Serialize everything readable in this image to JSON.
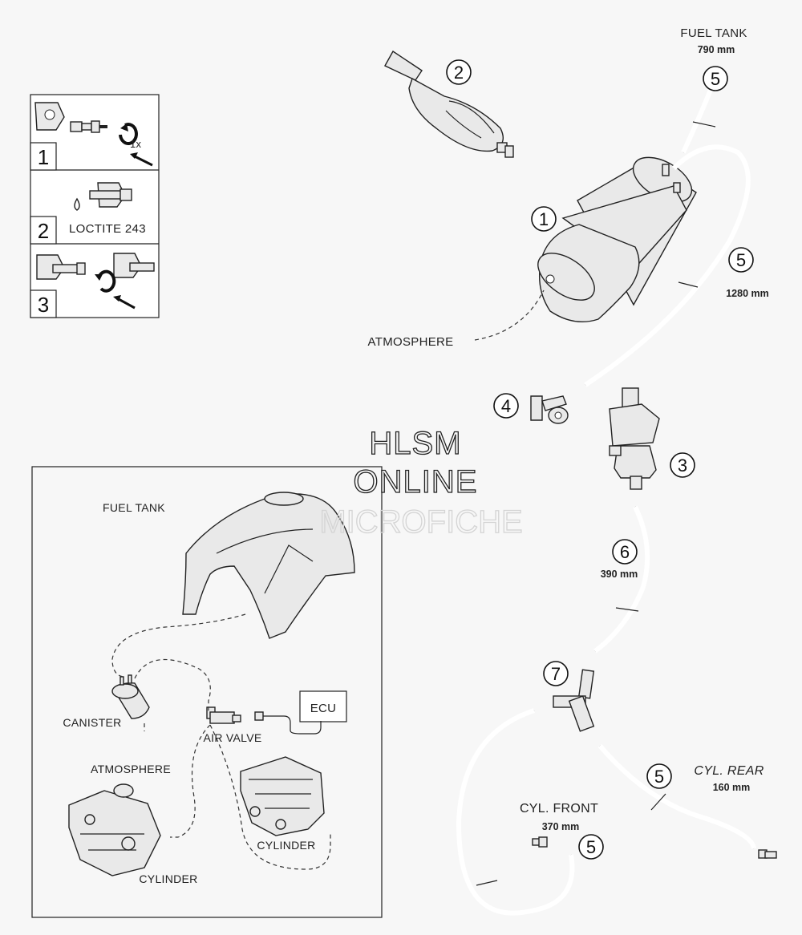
{
  "steps": {
    "step1_number": "1",
    "step1_count": "1x",
    "step2_number": "2",
    "step2_label": "LOCTITE 243",
    "step3_number": "3"
  },
  "callouts": [
    "1",
    "2",
    "3",
    "4",
    "5",
    "6",
    "7"
  ],
  "labels": {
    "fuel_tank_top": "FUEL TANK",
    "fuel_tank_top_len": "790 mm",
    "hose_1280": "1280 mm",
    "atmosphere_main": "ATMOSPHERE",
    "hose_390": "390 mm",
    "cyl_rear": "CYL. REAR",
    "cyl_rear_len": "160 mm",
    "cyl_front": "CYL. FRONT",
    "cyl_front_len": "370 mm"
  },
  "inset": {
    "fuel_tank": "FUEL TANK",
    "canister": "CANISTER",
    "air_valve": "AIR VALVE",
    "ecu": "ECU",
    "atmosphere": "ATMOSPHERE",
    "cylinder_right": "CYLINDER",
    "cylinder_left": "CYLINDER"
  },
  "watermark": {
    "line1": "HLSM",
    "line2": "ONLINE",
    "line3": "MICROFICHE"
  }
}
